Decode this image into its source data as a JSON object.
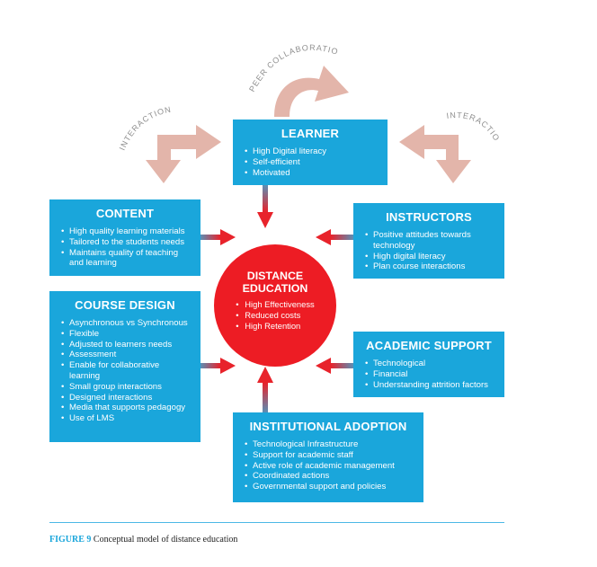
{
  "labels": {
    "peer": "PEER COLLABORATION",
    "interaction_left": "INTERACTION",
    "interaction_right": "INTERACTION"
  },
  "learner": {
    "title": "LEARNER",
    "items": [
      "High Digital literacy",
      "Self-efficient",
      "Motivated"
    ]
  },
  "content": {
    "title": "CONTENT",
    "items": [
      "High quality learning materials",
      "Tailored to the students needs",
      "Maintains quality of teaching and learning"
    ]
  },
  "instructors": {
    "title": "INSTRUCTORS",
    "items": [
      "Positive attitudes towards technology",
      "High digital literacy",
      "Plan course interactions"
    ]
  },
  "course_design": {
    "title": "COURSE DESIGN",
    "items": [
      "Asynchronous vs Synchronous",
      "Flexible",
      "Adjusted to learners needs",
      "Assessment",
      "Enable for collaborative learning",
      "Small group interactions",
      "Designed interactions",
      "Media that supports pedagogy",
      "Use of LMS"
    ]
  },
  "academic_support": {
    "title": "ACADEMIC SUPPORT",
    "items": [
      "Technological",
      "Financial",
      "Understanding attrition factors"
    ]
  },
  "institutional": {
    "title": "INSTITUTIONAL ADOPTION",
    "items": [
      "Technological Infrastructure",
      "Support for academic staff",
      "Active role of academic management",
      "Coordinated actions",
      "Governmental support and policies"
    ]
  },
  "center": {
    "title_line1": "DISTANCE",
    "title_line2": "EDUCATION",
    "items": [
      "High Effectiveness",
      "Reduced costs",
      "High Retention"
    ]
  },
  "caption": {
    "figure": "FIGURE 9",
    "text": "Conceptual model of distance education"
  },
  "colors": {
    "box": "#1aa6db",
    "center": "#ed1c24",
    "interaction_arrow": "#e3b5aa"
  }
}
